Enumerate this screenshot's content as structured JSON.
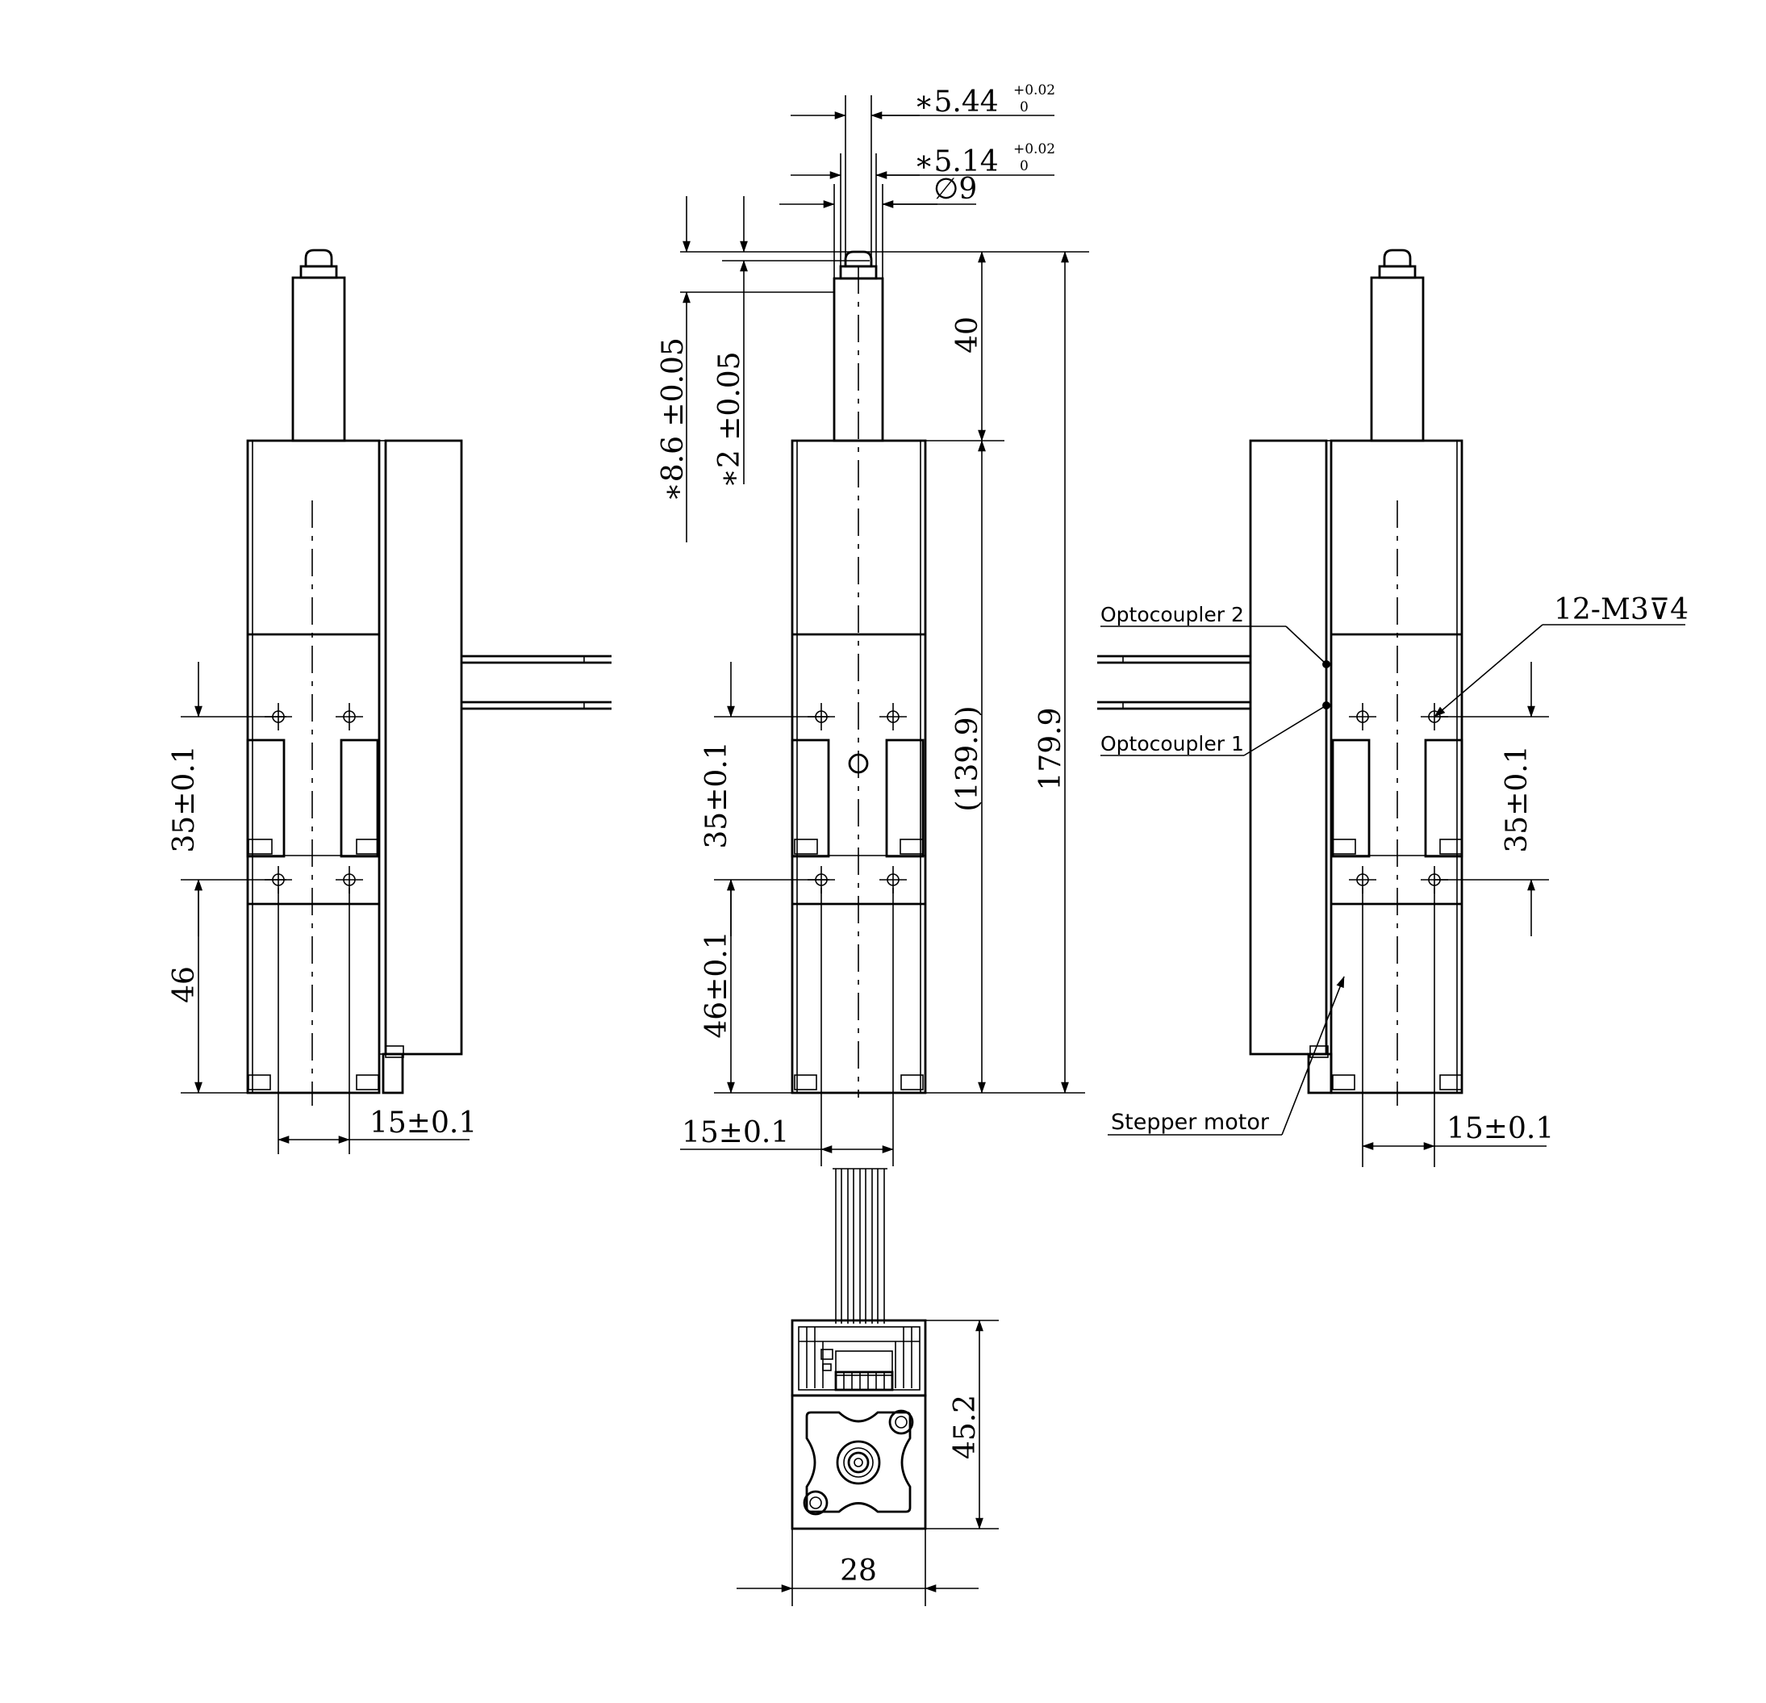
{
  "views": {
    "left": {
      "dim_35": "35±0.1",
      "dim_46": "46",
      "dim_15": "15±0.1"
    },
    "front": {
      "dim_544": "∗5.44",
      "dim_544_tol_upper": "+0.02",
      "dim_544_tol_lower": "0",
      "dim_514": "∗5.14",
      "dim_514_tol_upper": "+0.02",
      "dim_514_tol_lower": "0",
      "dim_phi9": "∅9",
      "dim_86": "∗8.6 ±0.05",
      "dim_2": "∗2 ±0.05",
      "dim_40": "40",
      "dim_1399": "(139.9)",
      "dim_1799": "179.9",
      "dim_35": "35±0.1",
      "dim_46": "46±0.1",
      "dim_15": "15±0.1"
    },
    "right": {
      "label_opto2": "Optocoupler 2",
      "label_opto1": "Optocoupler 1",
      "label_stepper": "Stepper motor",
      "label_thread": "12-M3⊽4",
      "dim_35": "35±0.1",
      "dim_15": "15±0.1"
    },
    "bottom": {
      "dim_452": "45.2",
      "dim_28": "28"
    }
  }
}
